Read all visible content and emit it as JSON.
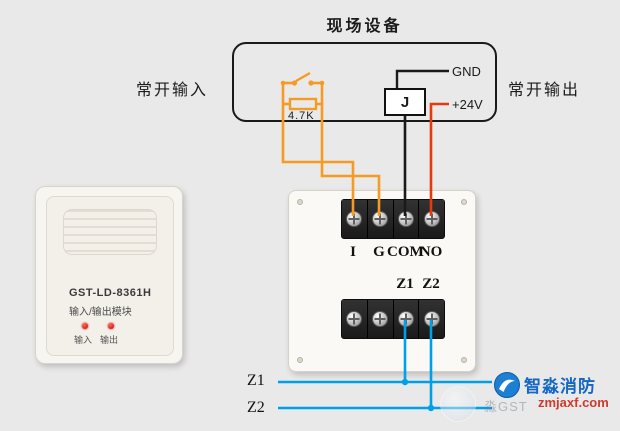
{
  "title": "现场设备",
  "side_labels": {
    "input": "常开输入",
    "output": "常开输出"
  },
  "field_device": {
    "gnd_label": "GND",
    "relay_label": "J",
    "v24_label": "+24V",
    "resistor_label": "4.7K"
  },
  "module": {
    "model": "GST-LD-8361H",
    "name": "输入/输出模块",
    "led_input": "输入",
    "led_output": "输出"
  },
  "terminals": {
    "top": [
      "I",
      "G",
      "COM",
      "NO"
    ],
    "bottom": [
      "Z1",
      "Z2"
    ]
  },
  "bus": {
    "z1": "Z1",
    "z2": "Z2"
  },
  "branding": {
    "name": "智淼消防",
    "url": "zmjaxf.com",
    "watermark": "淼GST"
  },
  "colors": {
    "wire_orange": "#f59a23",
    "wire_red": "#e8380d",
    "wire_black": "#1a1a1a",
    "wire_blue": "#00a0e9",
    "brand_blue": "#1567c5",
    "brand_red": "#d0392b"
  }
}
